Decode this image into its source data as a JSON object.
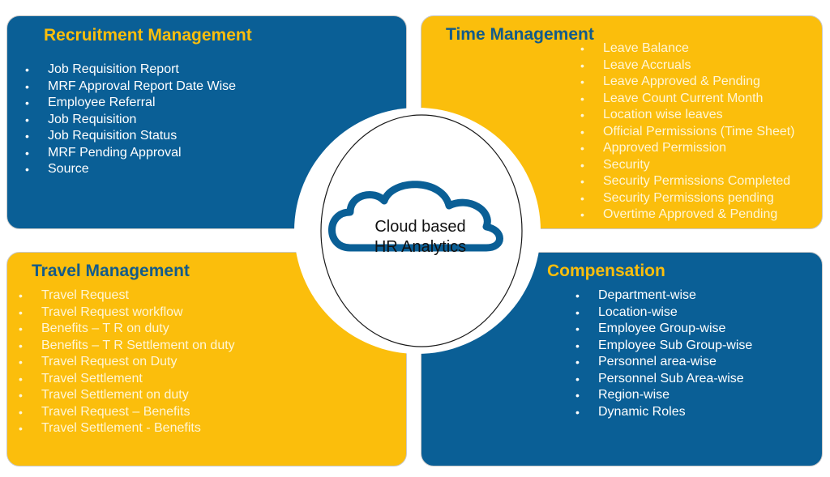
{
  "recruitment": {
    "title": "Recruitment Management",
    "items": [
      "Job Requisition Report",
      "MRF Approval Report Date Wise",
      "Employee Referral",
      "Job Requisition",
      "Job Requisition Status",
      "MRF Pending Approval",
      "Source"
    ]
  },
  "time": {
    "title": "Time Management",
    "items": [
      "Leave Balance",
      "Leave Accruals",
      "Leave Approved & Pending",
      "Leave Count Current Month",
      "Location wise leaves",
      "Official Permissions (Time Sheet)",
      "Approved Permission",
      "Security",
      "Security Permissions Completed",
      "Security Permissions pending",
      "Overtime Approved & Pending"
    ]
  },
  "travel": {
    "title": "Travel Management",
    "items": [
      "Travel Request",
      "Travel Request workflow",
      "Benefits – T R on duty",
      "Benefits – T R Settlement on duty",
      "Travel Request on Duty",
      "Travel Settlement",
      "Travel Settlement on duty",
      "Travel Request – Benefits",
      "Travel Settlement - Benefits"
    ]
  },
  "compensation": {
    "title": "Compensation",
    "items": [
      "Department-wise",
      "Location-wise",
      "Employee Group-wise",
      "Employee Sub Group-wise",
      "Personnel area-wise",
      "Personnel Sub Area-wise",
      "Region-wise",
      "Dynamic Roles"
    ]
  },
  "center": {
    "line1": "Cloud based",
    "line2": "HR Analytics",
    "icon": "cloud-icon"
  },
  "colors": {
    "blue": "#0a5f96",
    "yellow": "#fbbe0c",
    "title_blue": "#135b8a"
  }
}
